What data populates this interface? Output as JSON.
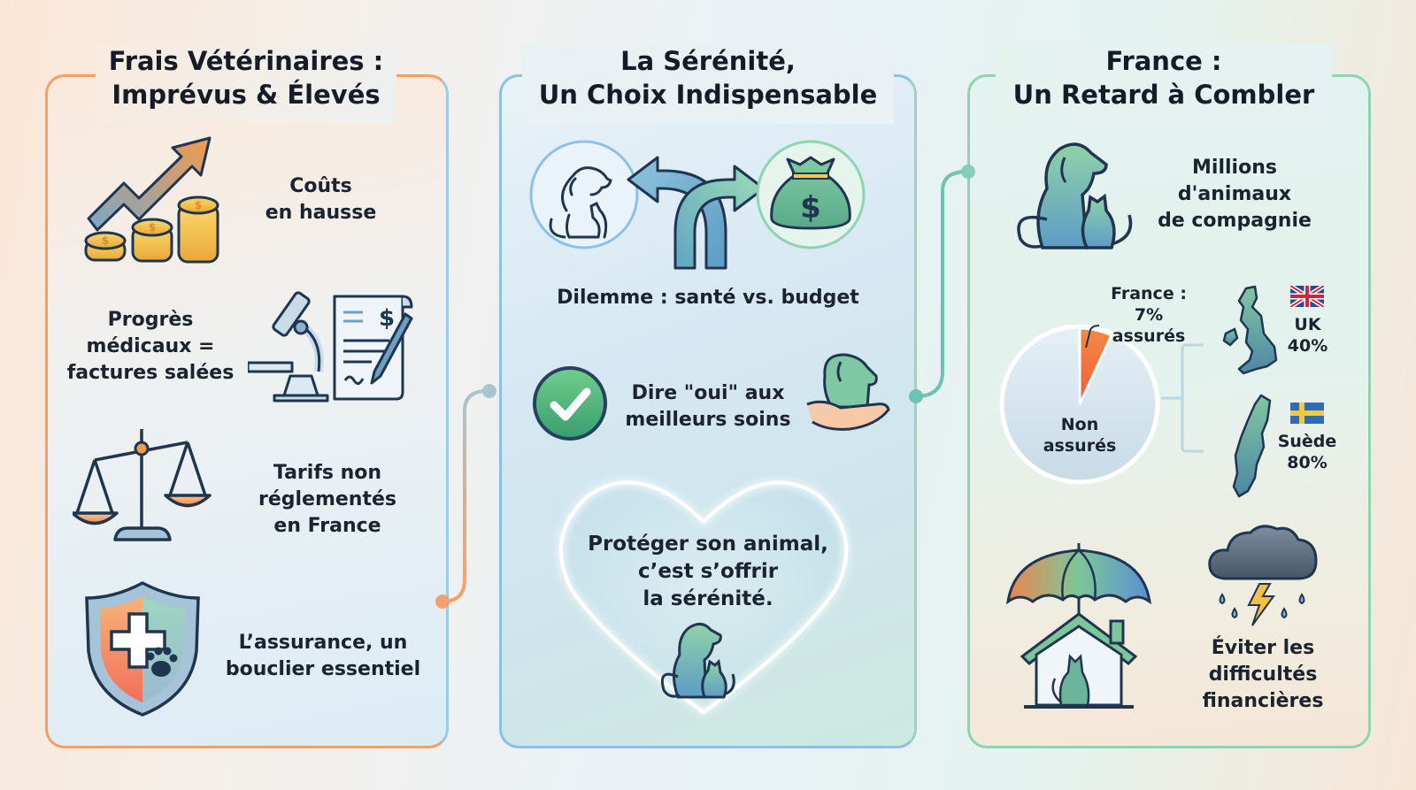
{
  "panels": [
    {
      "id": "frais",
      "title_line1": "Frais Vétérinaires :",
      "title_line2": "Imprévus & Élevés",
      "accent": "#f2a066",
      "items": [
        {
          "icon": "rising-costs-coins-icon",
          "label_line1": "Coûts",
          "label_line2": "en hausse"
        },
        {
          "icon": "microscope-invoice-icon",
          "label_line1": "Progrès",
          "label_line2": "médicaux =",
          "label_line3": "factures salées"
        },
        {
          "icon": "balance-scale-icon",
          "label_line1": "Tarifs non",
          "label_line2": "réglementés",
          "label_line3": "en France"
        },
        {
          "icon": "shield-paw-icon",
          "label_line1": "L’assurance, un",
          "label_line2": "bouclier essentiel"
        }
      ]
    },
    {
      "id": "serenite",
      "title_line1": "La Sérénité,",
      "title_line2": "Un Choix Indispensable",
      "accent": "#8ec0e6",
      "items": [
        {
          "icon": "pet-vs-money-dilemma-icon",
          "label": "Dilemme : santé vs. budget"
        },
        {
          "icon": "checkmark-icon",
          "label_line1": "Dire \"oui\" aux",
          "label_line2": "meilleurs soins",
          "side_icon": "hand-holding-puppy-icon"
        },
        {
          "icon": "heart-pet-icon",
          "label_line1": "Protéger son animal,",
          "label_line2": "c’est s’offrir",
          "label_line3": "la sérénité."
        }
      ]
    },
    {
      "id": "france",
      "title_line1": "France :",
      "title_line2": "Un Retard à Combler",
      "accent": "#8fd4b2",
      "items": [
        {
          "icon": "dog-cat-icon",
          "label_line1": "Millions",
          "label_line2": "d'animaux",
          "label_line3": "de compagnie"
        },
        {
          "icon": "umbrella-house-cat-icon",
          "side_icon": "storm-cloud-icon",
          "label_line1": "Éviter les",
          "label_line2": "difficultés",
          "label_line3": "financières"
        }
      ]
    }
  ],
  "chart_data": {
    "type": "pie",
    "title": "Taux d'animaux assurés",
    "slices": [
      {
        "label": "France : 7% assurés",
        "value": 7,
        "color": "#f26b3a"
      },
      {
        "label": "Non assurés",
        "value": 93,
        "color": "#dce9f1"
      }
    ],
    "comparisons": [
      {
        "country": "UK",
        "value": 40,
        "label": "UK 40%"
      },
      {
        "country": "Suède",
        "value": 80,
        "label": "Suède 80%"
      }
    ],
    "annotation": "France : 7% assurés",
    "center_label": "Non assurés"
  },
  "pie": {
    "callout_line1": "France : 7%",
    "callout_line2": "assurés",
    "center_line1": "Non",
    "center_line2": "assurés",
    "uk_line1": "UK",
    "uk_line2": "40%",
    "se_line1": "Suède",
    "se_line2": "80%"
  }
}
